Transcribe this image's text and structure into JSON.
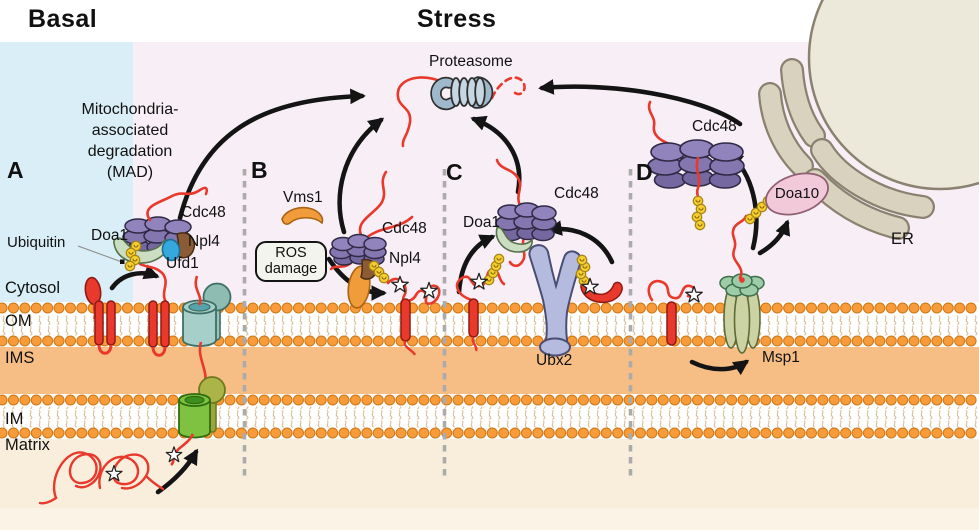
{
  "headers": {
    "basal": "Basal",
    "stress": "Stress"
  },
  "mad": {
    "line1": "Mitochondria-",
    "line2": "associated",
    "line3": "degradation",
    "line4": "(MAD)"
  },
  "panel_labels": {
    "a": "A",
    "b": "B",
    "c": "C",
    "d": "D"
  },
  "compartments": {
    "cytosol": "Cytosol",
    "om": "OM",
    "ims": "IMS",
    "im": "IM",
    "matrix": "Matrix",
    "er": "ER"
  },
  "proteins": {
    "proteasome": "Proteasome",
    "ubiquitin": "Ubiquitin",
    "panel_a": {
      "doa1": "Doa1",
      "cdc48": "Cdc48",
      "npl4": "Npl4",
      "ufd1": "Ufd1"
    },
    "panel_b": {
      "vms1": "Vms1",
      "ros_line1": "ROS",
      "ros_line2": "damage",
      "cdc48": "Cdc48",
      "npl4": "Npl4"
    },
    "panel_c": {
      "doa1": "Doa1",
      "cdc48": "Cdc48",
      "ubx2": "Ubx2"
    },
    "panel_d": {
      "cdc48": "Cdc48",
      "doa10": "Doa10",
      "msp1": "Msp1"
    }
  },
  "colors": {
    "basal_bg": "#D9EEF6",
    "stress_bg": "#F8EFF6",
    "membrane_head": "#F89B3B",
    "membrane_head_edge": "#D07A1A",
    "ims_band": "#F6BE85",
    "matrix_bg": "#F9EEDC",
    "substrate_red": "#E8392C",
    "ubiquitin_yellow": "#F7D02E",
    "cdc48_purple": "#8B7DB5",
    "doa1_green": "#CBDEC2",
    "npl4_brown": "#8B5B35",
    "ufd1_blue": "#35A9DD",
    "vms1_orange": "#F19C3B",
    "ubx2_lavender": "#B5BADF",
    "msp1_olive": "#CBD3A4",
    "doa10_pink": "#F1C9D8",
    "er_beige": "#D9D2BE",
    "proteasome_blue": "#C6D6E3",
    "tom_teal": "#A5CFC8",
    "tim_green": "#7FC241",
    "arrow_black": "#141414",
    "divider_gray": "#ABABAB"
  }
}
